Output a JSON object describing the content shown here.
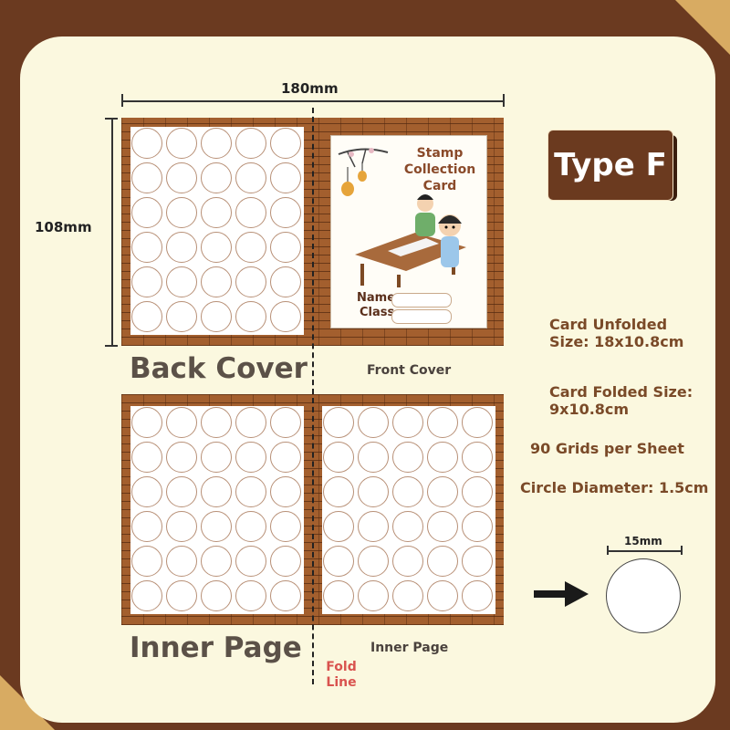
{
  "dimensions": {
    "width_label": "180mm",
    "height_label": "108mm"
  },
  "type_badge": {
    "label": "Type F"
  },
  "card": {
    "title": "Stamp Collection Card",
    "name_label": "Name",
    "class_label": "Class"
  },
  "labels": {
    "back_cover": "Back Cover",
    "front_cover": "Front Cover",
    "inner_page_large": "Inner Page",
    "inner_page_small": "Inner Page",
    "fold_line": "Fold Line"
  },
  "features": [
    "Card Unfolded Size: 18x10.8cm",
    "Card Folded Size: 9x10.8cm",
    "90 Grids per Sheet",
    "Circle Diameter: 1.5cm"
  ],
  "circle_detail": {
    "label": "15mm"
  },
  "colors": {
    "frame": "#6b3a20",
    "panel": "#fbf8df",
    "badge": "#6b3a1f",
    "fold_label": "#d9534f"
  }
}
